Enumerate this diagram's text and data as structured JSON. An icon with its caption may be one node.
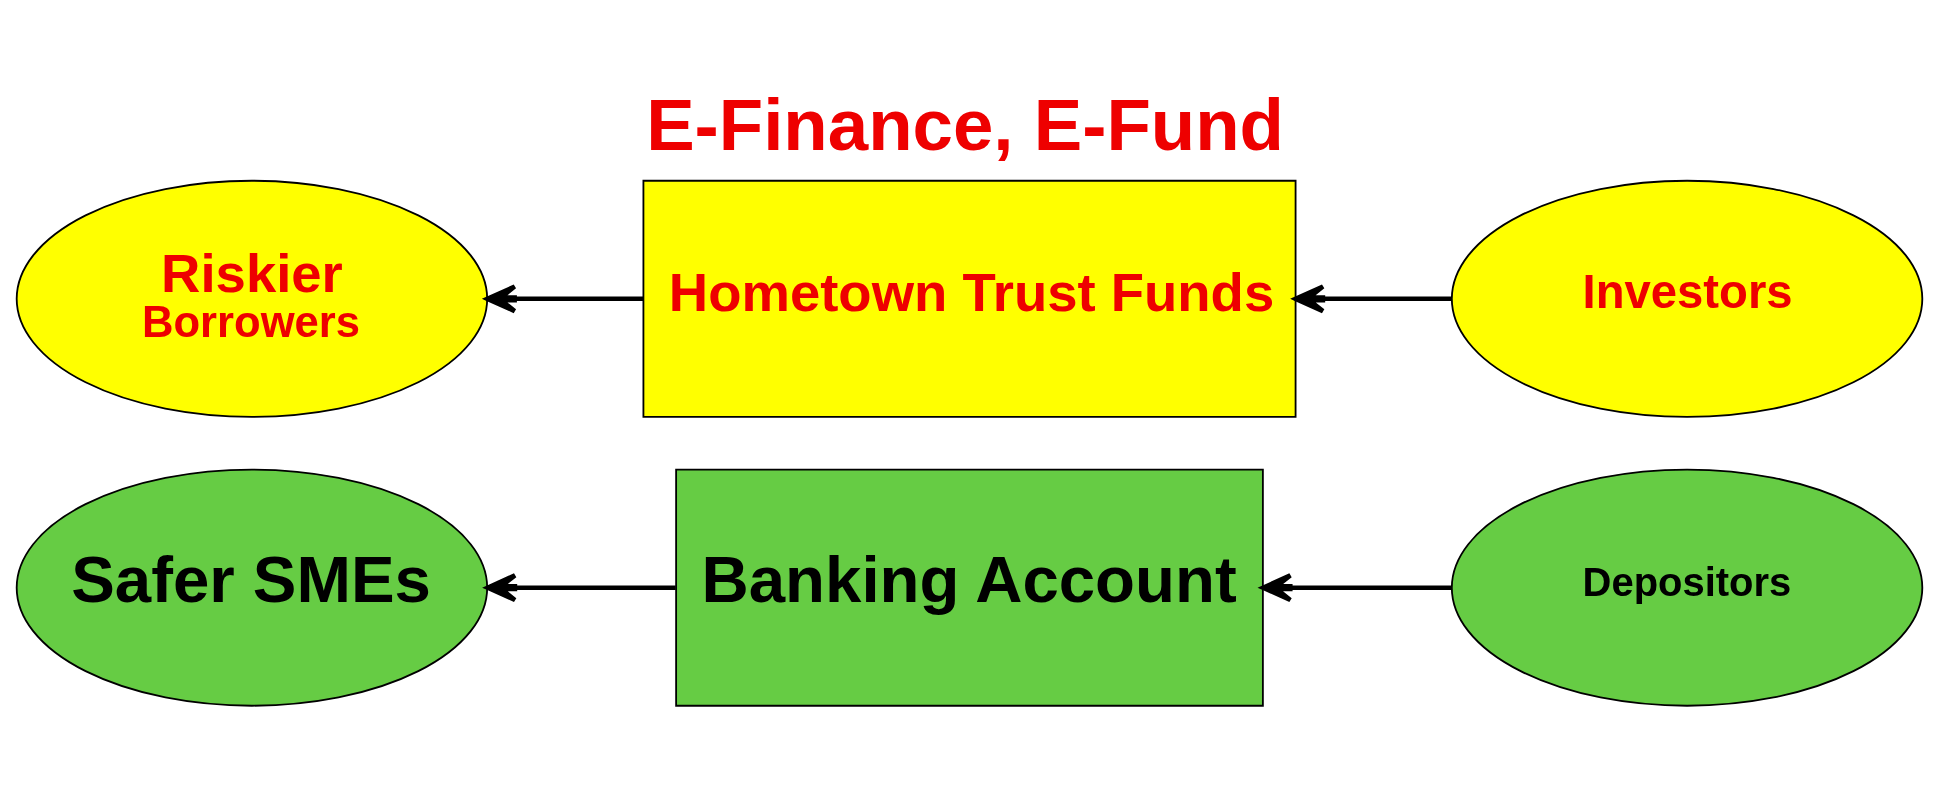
{
  "diagram": {
    "title": "E-Finance, E-Fund",
    "nodes": [
      {
        "text": [
          "Safer SMEs"
        ]
      },
      {
        "text": [
          "Banking Account"
        ]
      },
      {
        "text": [
          "Depositors"
        ]
      },
      {
        "text": [
          "Riskier",
          "Borrowers"
        ]
      },
      {
        "text": [
          "Hometown Trust Funds"
        ]
      },
      {
        "text": [
          "Investors"
        ]
      }
    ],
    "edges": [
      {
        "from": 1,
        "to": 0,
        "arrow": "to"
      },
      {
        "from": 2,
        "to": 1,
        "arrow": "to"
      },
      {
        "from": 4,
        "to": 3,
        "arrow": "to"
      },
      {
        "from": 5,
        "to": 4,
        "arrow": "to"
      }
    ]
  }
}
